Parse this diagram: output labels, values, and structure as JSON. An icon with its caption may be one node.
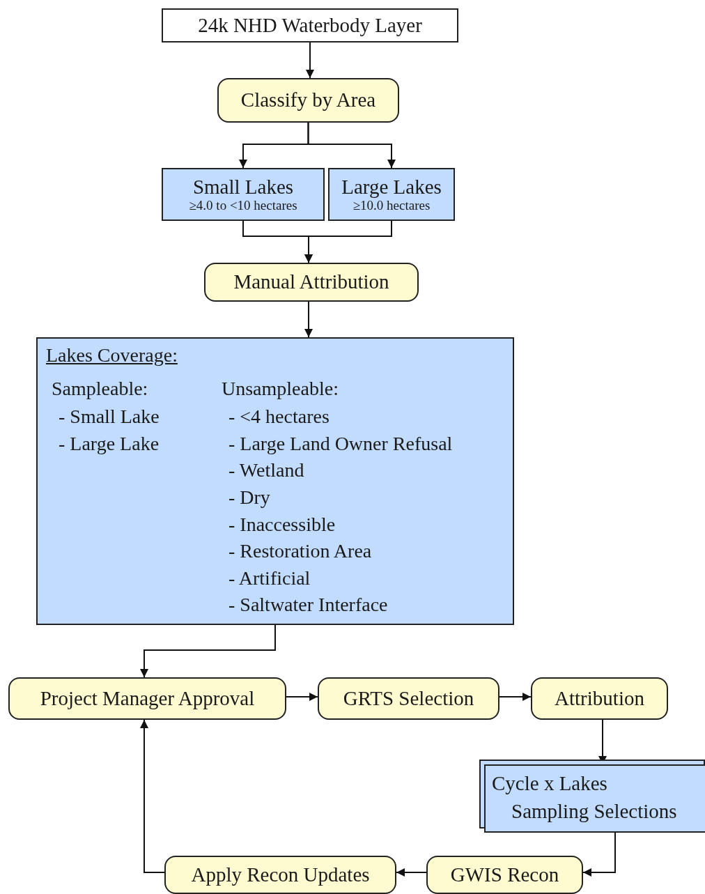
{
  "diagram": {
    "nodes": [
      {
        "text": [
          "24k NHD Waterbody Layer"
        ]
      },
      {
        "text": [
          "Classify by Area"
        ]
      },
      {
        "text": [
          "Small Lakes",
          "≥4.0 to <10 hectares"
        ]
      },
      {
        "text": [
          "Large Lakes",
          "≥10.0 hectares"
        ]
      },
      {
        "text": [
          "Manual Attribution"
        ]
      },
      {
        "text": [
          "Lakes Coverage:",
          "Sampleable:",
          "- Small Lake",
          "- Large Lake",
          "Unsampleable:",
          "- <4 hectares",
          "- Large Land Owner Refusal",
          "- Wetland",
          "- Dry",
          "- Inaccessible",
          "- Restoration Area",
          "- Artificial",
          "- Saltwater Interface"
        ]
      },
      {
        "text": [
          "Project Manager Approval"
        ]
      },
      {
        "text": [
          "GRTS Selection"
        ]
      },
      {
        "text": [
          "Attribution"
        ]
      },
      {
        "text": [
          "Cycle x Lakes",
          "Sampling Selections"
        ]
      },
      {
        "text": [
          "GWIS Recon"
        ]
      },
      {
        "text": [
          "Apply Recon Updates"
        ]
      }
    ],
    "edges": [
      {
        "from": 0,
        "to": 1,
        "arrow": "to"
      },
      {
        "from": 1,
        "to": 2,
        "arrow": "to"
      },
      {
        "from": 1,
        "to": 3,
        "arrow": "to"
      },
      {
        "from": 2,
        "to": 4,
        "arrow": "to"
      },
      {
        "from": 3,
        "to": 4,
        "arrow": "to"
      },
      {
        "from": 4,
        "to": 5,
        "arrow": "to"
      },
      {
        "from": 5,
        "to": 6,
        "arrow": "to"
      },
      {
        "from": 6,
        "to": 7,
        "arrow": "to"
      },
      {
        "from": 7,
        "to": 8,
        "arrow": "to"
      },
      {
        "from": 8,
        "to": 9,
        "arrow": "to"
      },
      {
        "from": 9,
        "to": 10,
        "arrow": "to"
      },
      {
        "from": 10,
        "to": 11,
        "arrow": "to"
      },
      {
        "from": 11,
        "to": 6,
        "arrow": "to"
      }
    ]
  }
}
